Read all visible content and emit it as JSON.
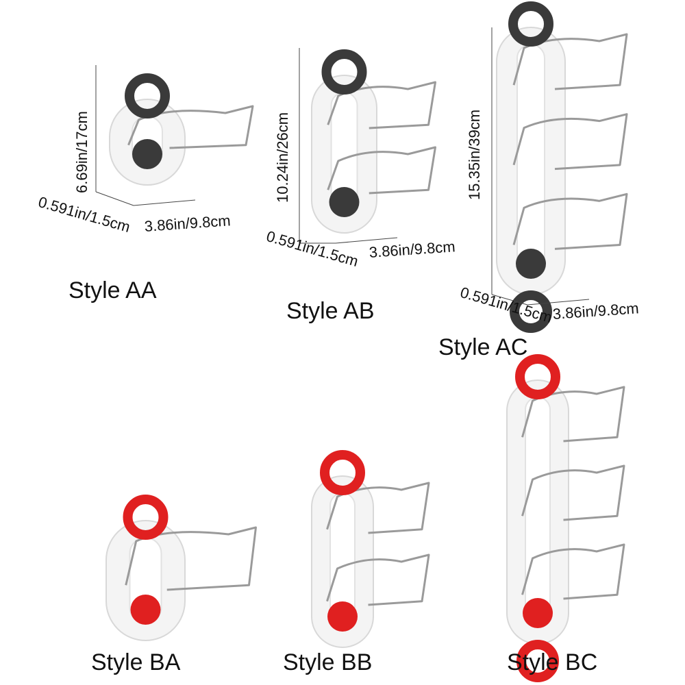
{
  "products": [
    {
      "id": "AA",
      "label": "Style AA",
      "finish": "gray",
      "dims": {
        "height": "6.69in/17cm",
        "depth": "0.591in/1.5cm",
        "width": "3.86in/9.8cm"
      }
    },
    {
      "id": "AB",
      "label": "Style AB",
      "finish": "gray",
      "dims": {
        "height": "10.24in/26cm",
        "depth": "0.591in/1.5cm",
        "width": "3.86in/9.8cm"
      }
    },
    {
      "id": "AC",
      "label": "Style AC",
      "finish": "gray",
      "dims": {
        "height": "15.35in/39cm",
        "depth": "0.591in/1.5cm",
        "width": "3.86in/9.8cm"
      }
    },
    {
      "id": "BA",
      "label": "Style BA",
      "finish": "red"
    },
    {
      "id": "BB",
      "label": "Style BB",
      "finish": "red"
    },
    {
      "id": "BC",
      "label": "Style BC",
      "finish": "red"
    }
  ],
  "colors": {
    "gray_ring": "#3a3a3a",
    "red_ring": "#e02020",
    "plate": "#f4f4f4",
    "wire": "#9a9a9a",
    "text": "#111111"
  }
}
